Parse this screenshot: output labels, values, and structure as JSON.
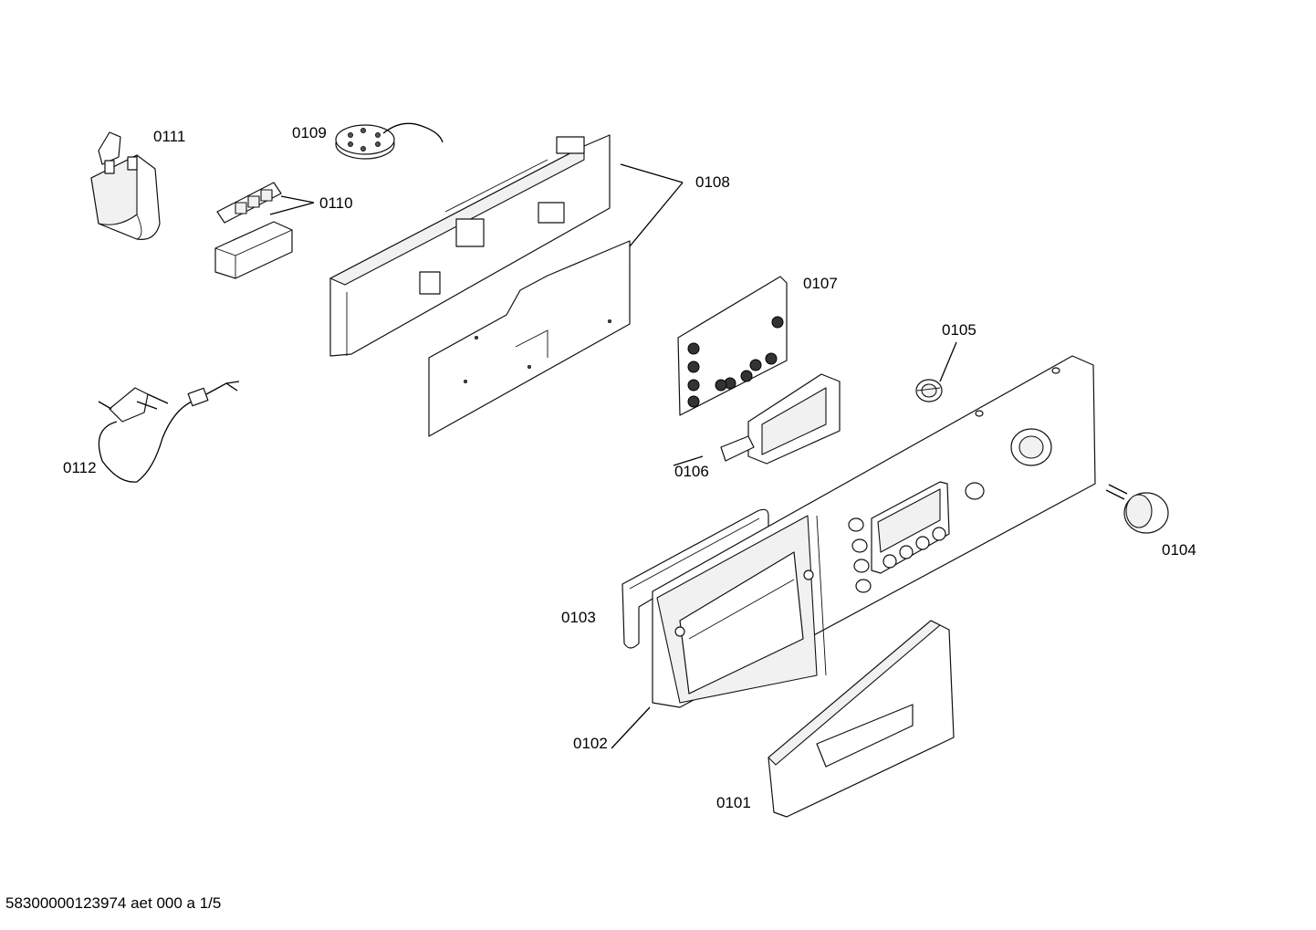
{
  "parts": [
    {
      "id": "p0101",
      "label": "0101"
    },
    {
      "id": "p0102",
      "label": "0102"
    },
    {
      "id": "p0103",
      "label": "0103"
    },
    {
      "id": "p0104",
      "label": "0104"
    },
    {
      "id": "p0105",
      "label": "0105"
    },
    {
      "id": "p0106",
      "label": "0106"
    },
    {
      "id": "p0107",
      "label": "0107"
    },
    {
      "id": "p0108",
      "label": "0108"
    },
    {
      "id": "p0109",
      "label": "0109"
    },
    {
      "id": "p0110",
      "label": "0110"
    },
    {
      "id": "p0111",
      "label": "0111"
    },
    {
      "id": "p0112",
      "label": "0112"
    }
  ],
  "footer": {
    "text": "58300000123974 aet 000 a 1/5"
  }
}
